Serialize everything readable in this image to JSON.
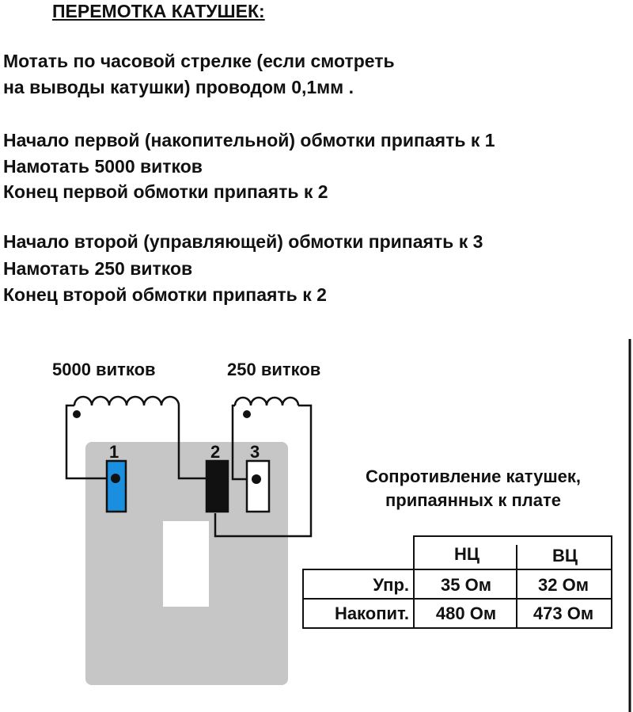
{
  "title": "ПЕРЕМОТКА КАТУШЕК:",
  "instructions": {
    "intro": [
      "Мотать по часовой стрелке (если смотреть",
      "на выводы катушки) проводом 0,1мм ."
    ],
    "first_winding": [
      "Начало первой (накопительной) обмотки припаять к 1",
      "Намотать 5000 витков",
      "Конец первой обмотки припаять к 2"
    ],
    "second_winding": [
      "Начало второй (управляющей) обмотки припаять к 3",
      "Намотать 250 витков",
      "Конец второй обмотки припаять к 2"
    ]
  },
  "diagram": {
    "coil_labels": {
      "first": "5000 витков",
      "second": "250 витков"
    },
    "pins": [
      "1",
      "2",
      "3"
    ],
    "pin_colors": {
      "pin1": "#1a8fe0",
      "pin2": "#111111",
      "pin3": "#ffffff"
    },
    "board_color": "#c6c6c6"
  },
  "resistance": {
    "caption_line1": "Сопротивление катушек,",
    "caption_line2": "припаянных к плате",
    "headers": [
      "НЦ",
      "ВЦ"
    ],
    "rows": [
      {
        "label": "Упр.",
        "values": [
          "35 Ом",
          "32 Ом"
        ]
      },
      {
        "label": "Накопит.",
        "values": [
          "480 Ом",
          "473 Ом"
        ]
      }
    ]
  }
}
